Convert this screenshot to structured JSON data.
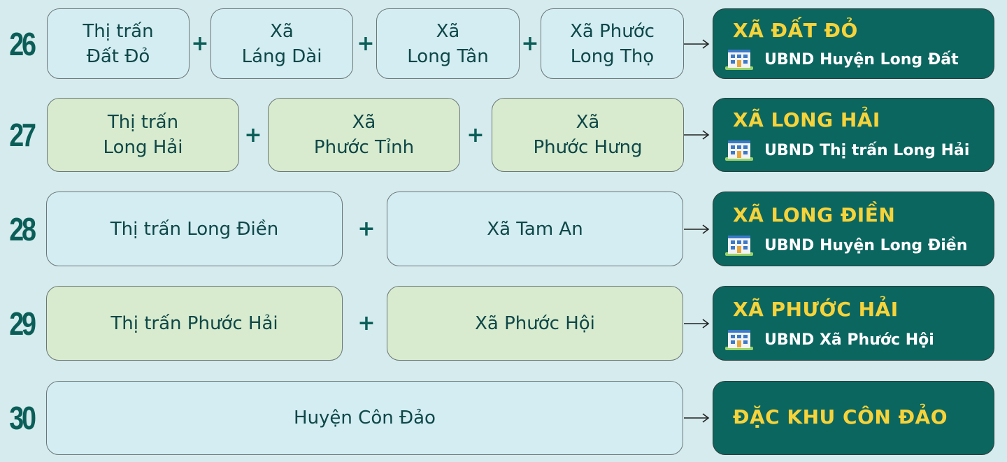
{
  "rows": [
    {
      "number": "26",
      "theme": "blue",
      "parts": [
        [
          "Thị trấn",
          "Đất Đỏ"
        ],
        [
          "Xã",
          "Láng Dài"
        ],
        [
          "Xã",
          "Long Tân"
        ],
        [
          "Xã Phước",
          "Long Thọ"
        ]
      ],
      "plus": [
        "+",
        "+",
        "+"
      ],
      "result": {
        "title": "XÃ ĐẤT ĐỎ",
        "hq": "UBND Huyện Long Đất"
      }
    },
    {
      "number": "27",
      "theme": "green",
      "parts": [
        [
          "Thị trấn",
          "Long Hải"
        ],
        [
          "Xã",
          "Phước Tỉnh"
        ],
        [
          "Xã",
          "Phước Hưng"
        ]
      ],
      "plus": [
        "+",
        "+"
      ],
      "result": {
        "title": "XÃ LONG HẢI",
        "hq": "UBND Thị trấn Long Hải"
      }
    },
    {
      "number": "28",
      "theme": "blue",
      "parts": [
        [
          "Thị trấn Long Điền"
        ],
        [
          "Xã Tam An"
        ]
      ],
      "plus": [
        "+"
      ],
      "result": {
        "title": "XÃ LONG ĐIỀN",
        "hq": "UBND Huyện Long Điền"
      }
    },
    {
      "number": "29",
      "theme": "green",
      "parts": [
        [
          "Thị trấn Phước Hải"
        ],
        [
          "Xã Phước Hội"
        ]
      ],
      "plus": [
        "+"
      ],
      "result": {
        "title": "XÃ PHƯỚC HẢI",
        "hq": "UBND Xã Phước Hội"
      }
    },
    {
      "number": "30",
      "theme": "blue",
      "parts": [
        [
          "Huyện Côn Đảo"
        ]
      ],
      "plus": [],
      "result": {
        "title": "ĐẶC KHU CÔN ĐẢO",
        "hq": ""
      }
    }
  ],
  "colors": {
    "background": "#d5ebed",
    "blue_box": "#d3edf3",
    "green_box": "#d8ebcf",
    "result_box": "#0b6660",
    "result_title": "#f6d33a",
    "number_text": "#0b5e58"
  },
  "icons": {
    "hq": "building-icon",
    "flow": "arrow-right-icon"
  }
}
